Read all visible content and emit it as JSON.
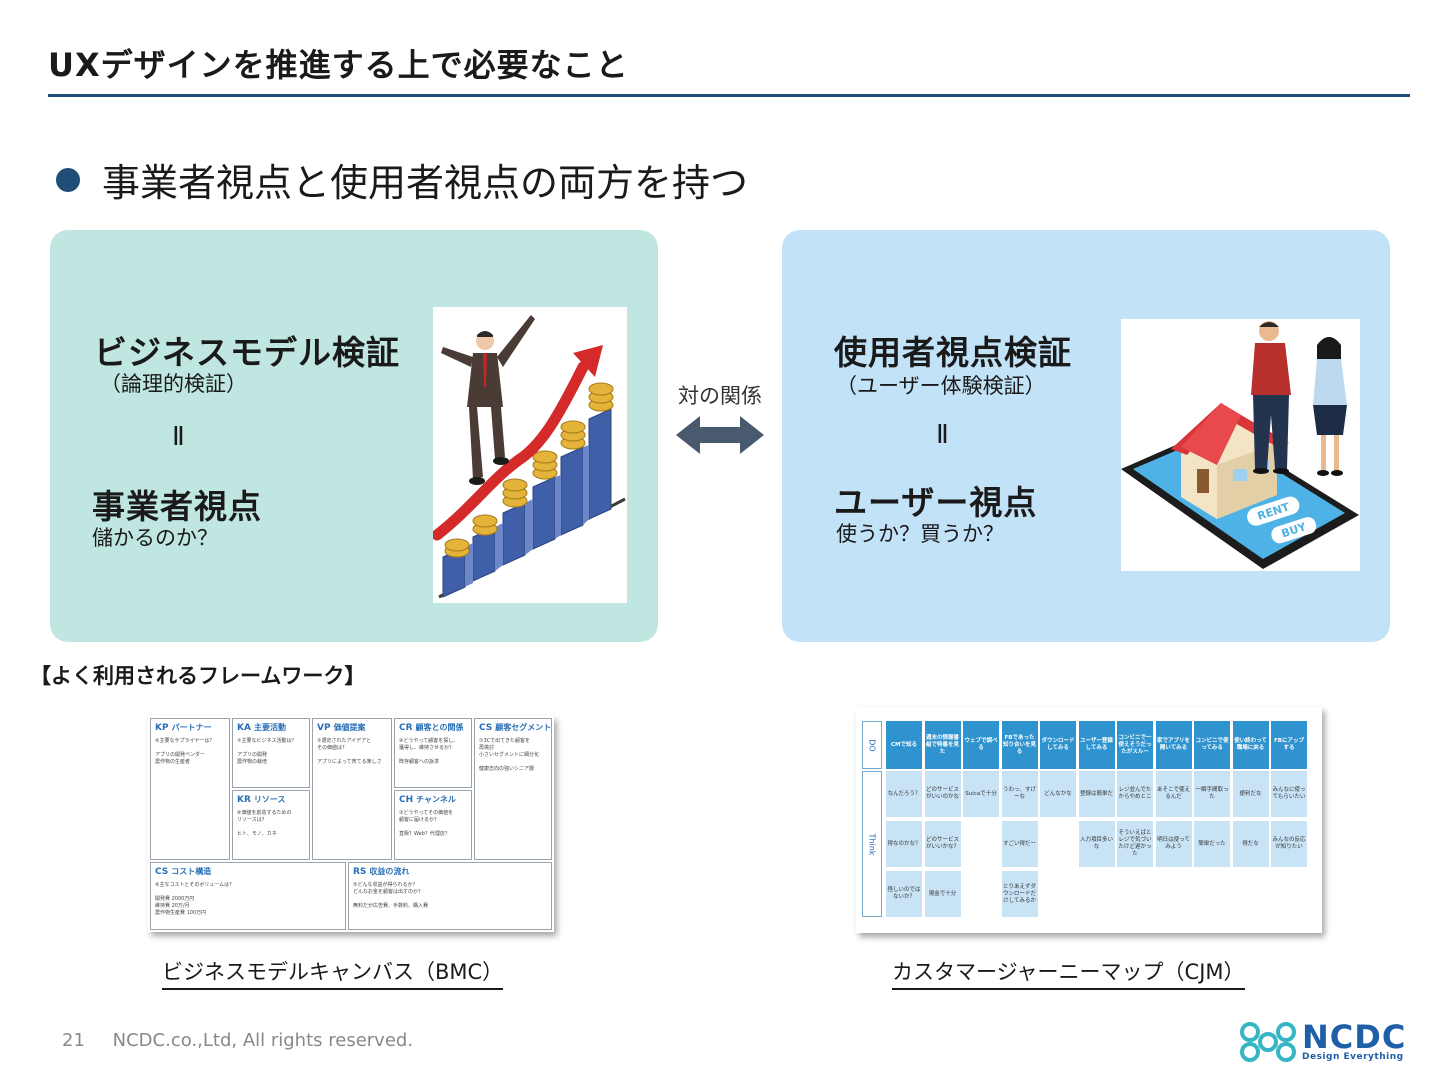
{
  "slide": {
    "title": "UXデザインを推進する上で必要なこと",
    "bullet": "事業者視点と使用者視点の両方を持つ",
    "page_number": "21",
    "copyright": "NCDC.co.,Ltd, All rights reserved."
  },
  "left_panel": {
    "heading": "ビジネスモデル検証",
    "sub": "（論理的検証）",
    "equals": "Ⅱ",
    "heading2": "事業者視点",
    "sub2": "儲かるのか？",
    "image_icon": "growth-chart-businessman-illustration"
  },
  "relation": {
    "label": "対の関係",
    "icon": "double-arrow-icon"
  },
  "right_panel": {
    "heading": "使用者視点検証",
    "sub": "（ユーザー体験検証）",
    "equals": "Ⅱ",
    "heading2": "ユーザー視点",
    "sub2": "使うか？買うか？",
    "image_icon": "house-on-smartphone-illustration",
    "sign_rent": "RENT",
    "sign_buy": "BUY"
  },
  "frameworks": {
    "label": "【よく利用されるフレームワーク】",
    "bmc_caption": "ビジネスモデルキャンバス（BMC）",
    "cjm_caption": "カスタマージャーニーマップ（CJM）"
  },
  "bmc": {
    "kp": {
      "code": "KP",
      "name": "パートナー",
      "text": "④主要なサプライヤーは？\n\nアプリの開発ベンダー\n農作物の生産者"
    },
    "ka": {
      "code": "KA",
      "name": "主要活動",
      "text": "⑦主要なビジネス活動は？\n\nアプリの開発\n農作物の栽培"
    },
    "kr": {
      "code": "KR",
      "name": "リソース",
      "text": "⑥価値を創造するための\nリソースは？\n\nヒト、モノ、カネ"
    },
    "vp": {
      "code": "VP",
      "name": "価値提案",
      "text": "②選定されたアイデアと\nその価値は？\n\nアプリによって育てる楽しさ"
    },
    "cr": {
      "code": "CR",
      "name": "顧客との関係",
      "text": "④どうやって顧客を探し、\n獲得し、維持させるか？\n\n既存顧客への訴求"
    },
    "ch": {
      "code": "CH",
      "name": "チャンネル",
      "text": "③どうやってその価値を\n顧客に届けるか？\n\n直販？Web？代理店？"
    },
    "cs": {
      "code": "CS",
      "name": "顧客セグメント",
      "text": "①3Cで出てきた顧客を\n再検討\n小さいセグメントに細分化\n\n健康志向の強いシニア層"
    },
    "cost": {
      "code": "CS",
      "name": "コスト構造",
      "text": "⑧主なコストとそのボリュームは？\n\n開発費 2000万円\n維持費 20万/月\n農作物生産費 100万円"
    },
    "rs": {
      "code": "RS",
      "name": "収益の流れ",
      "text": "⑤どんな収益が得られるか？\nどんなお金を顧客は出すのか？\n\n無料だが広告費、手数料、購入費"
    }
  },
  "cjm": {
    "row_do": "DO",
    "row_think": "Think",
    "headers": [
      "CMで知る",
      "週末の情報番組で特番を見た",
      "ウェブで調べる",
      "FBであった知り合いを見る",
      "ダウンロードしてみる",
      "ユーザー登録してみる",
      "コンビニで一使えそうだったがスルー",
      "家でアプリを開いてみる",
      "コンビニで使ってみる",
      "使い終わって職場に戻る",
      "FBにアップする"
    ],
    "notes_row1": [
      "なんだろう？",
      "どのサービスがいいのかな",
      "Suicaで十分",
      "うわっ、すげーな",
      "どんなかな",
      "登録は簡単だ",
      "レジ並んでたからやめとこ",
      "あそこで使えるんだ",
      "一瞬手間取った",
      "便利だな",
      "みんなに使ってもらいたい"
    ],
    "notes_row2": [
      "得なのかな？",
      "どのサービスがいいかな？",
      "",
      "すごい得だー",
      "",
      "入力項目多いな",
      "そういえばとレジで気づいたけど遅かった",
      "明日は使ってみよう",
      "簡単だった",
      "得だな",
      "みんなの反応が知りたい"
    ],
    "notes_row3": [
      "怪しいのではないか？",
      "現金で十分",
      "",
      "とりあえずダウンロードだけしてみるか",
      "",
      "",
      "",
      "",
      "",
      "",
      ""
    ]
  },
  "logo": {
    "name": "NCDC",
    "tagline": "Design Everything"
  },
  "colors": {
    "accent": "#1f4e79",
    "left_panel_bg": "#bfe6e0",
    "right_panel_bg": "#c2e2f7",
    "cjm_header": "#2f93cf",
    "cjm_note": "#c8e3f5",
    "logo_blue": "#1f5fa8",
    "logo_teal": "#36b6c4"
  }
}
